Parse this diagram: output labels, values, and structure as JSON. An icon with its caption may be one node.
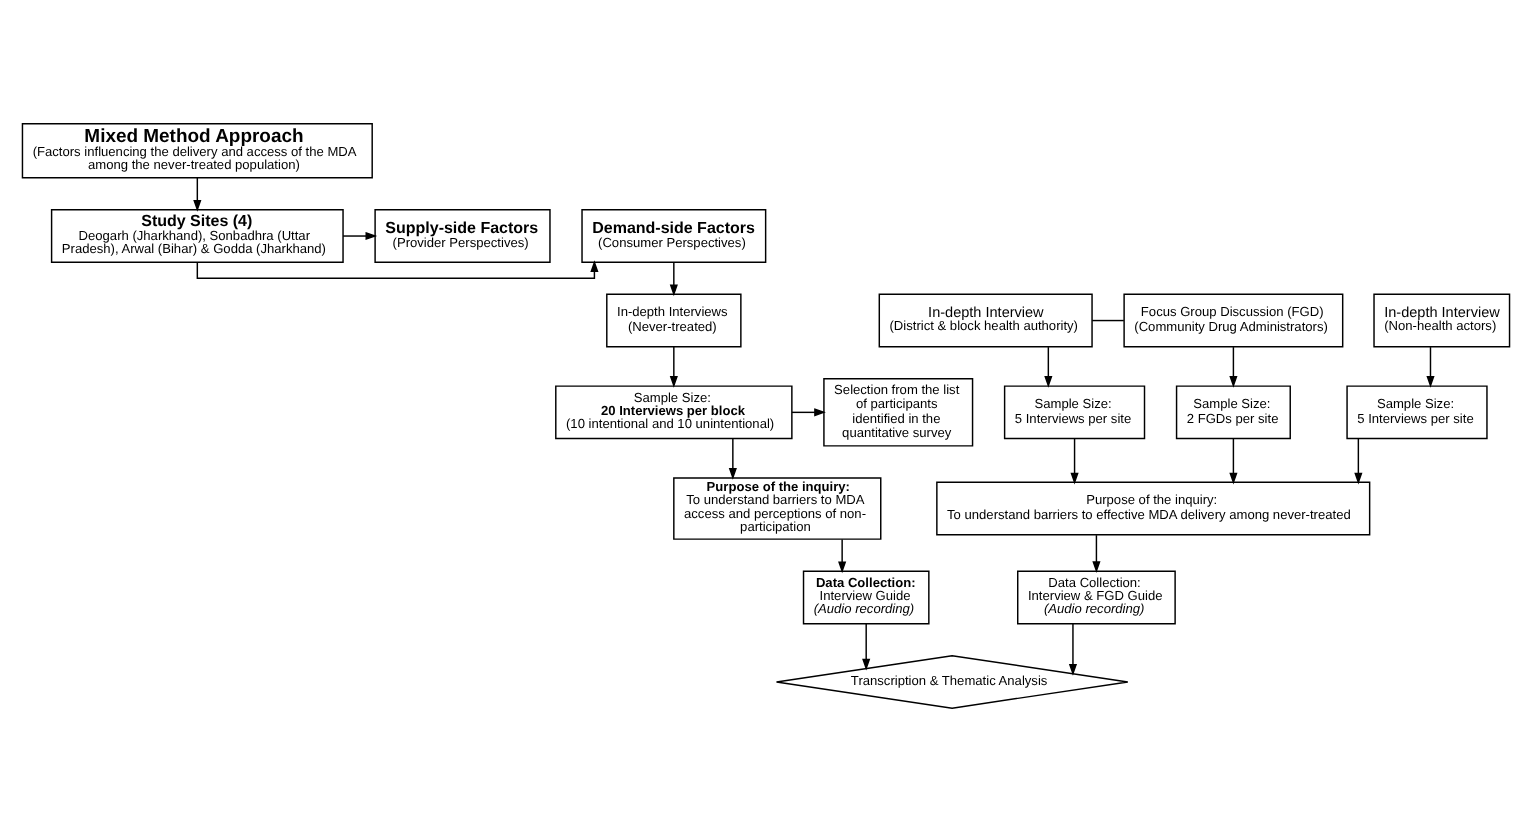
{
  "diagram": {
    "nodes": [
      {
        "text": [
          "Mixed Method Approach",
          "(Factors influencing the delivery and access of the MDA among the never-treated population)"
        ]
      },
      {
        "text": [
          "Study Sites (4)",
          "Deogarh (Jharkhand), Sonbadhra (Uttar Pradesh), Arwal (Bihar) & Godda (Jharkhand)"
        ]
      },
      {
        "text": [
          "Demand-side Factors",
          "(Consumer Perspectives)"
        ]
      },
      {
        "text": [
          "Supply-side Factors",
          "(Provider Perspectives)"
        ]
      },
      {
        "text": [
          "In-depth Interviews",
          "(Never-treated)"
        ]
      },
      {
        "text": [
          "Sample Size:",
          "20 Interviews per block",
          "(10 intentional and 10 unintentional)"
        ]
      },
      {
        "text": [
          "Selection from the list of participants identified in the quantitative survey"
        ]
      },
      {
        "text": [
          "Purpose of the inquiry:",
          "To understand barriers to MDA access and perceptions of non-participation"
        ]
      },
      {
        "text": [
          "Data Collection:",
          "Interview Guide",
          "(Audio recording)"
        ]
      },
      {
        "text": [
          "In-depth Interview",
          "(District & block health authority)"
        ]
      },
      {
        "text": [
          "In-depth Interview",
          "(Non-health actors)"
        ]
      },
      {
        "text": [
          "Focus Group Discussion (FGD)",
          "(Community Drug Administrators)"
        ]
      },
      {
        "text": [
          "Sample Size:",
          "5 Interviews per site"
        ]
      },
      {
        "text": [
          "Sample Size:",
          "5 Interviews per site"
        ]
      },
      {
        "text": [
          "Sample Size:",
          "2 FGDs per site"
        ]
      },
      {
        "text": [
          "Purpose of the inquiry:",
          "To understand barriers to effective MDA delivery among never-treated"
        ]
      },
      {
        "text": [
          "Data Collection:",
          "Interview & FGD Guide",
          "(Audio recording)"
        ]
      },
      {
        "text": [
          "Transcription & Thematic Analysis"
        ]
      }
    ],
    "edges": [
      {
        "from": 0,
        "to": 1,
        "arrow": "to"
      },
      {
        "from": 1,
        "to": 2,
        "arrow": "to"
      },
      {
        "from": 1,
        "to": 3,
        "arrow": "to"
      },
      {
        "from": 2,
        "to": 4,
        "arrow": "to"
      },
      {
        "from": 4,
        "to": 5,
        "arrow": "to"
      },
      {
        "from": 5,
        "to": 6,
        "arrow": "to"
      },
      {
        "from": 5,
        "to": 7,
        "arrow": "to"
      },
      {
        "from": 7,
        "to": 8,
        "arrow": "to"
      },
      {
        "from": 9,
        "to": 11,
        "arrow": "none"
      },
      {
        "from": 9,
        "to": 12,
        "arrow": "to"
      },
      {
        "from": 10,
        "to": 13,
        "arrow": "to"
      },
      {
        "from": 11,
        "to": 14,
        "arrow": "to"
      },
      {
        "from": 12,
        "to": 15,
        "arrow": "to"
      },
      {
        "from": 13,
        "to": 15,
        "arrow": "to"
      },
      {
        "from": 14,
        "to": 15,
        "arrow": "to"
      },
      {
        "from": 15,
        "to": 16,
        "arrow": "to"
      },
      {
        "from": 8,
        "to": 17,
        "arrow": "to"
      },
      {
        "from": 16,
        "to": 17,
        "arrow": "to"
      }
    ]
  }
}
